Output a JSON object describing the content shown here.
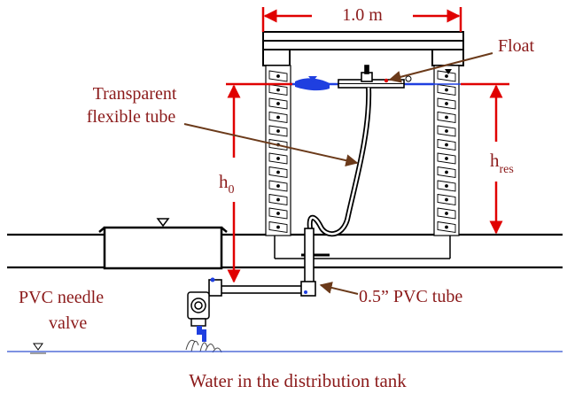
{
  "labels": {
    "width": "1.0 m",
    "float": "Float",
    "tube_line1": "Transparent",
    "tube_line2": "flexible tube",
    "h_res_main": "h",
    "h_res_sub": "res",
    "h0_main": "h",
    "h0_sub": "0",
    "valve_line1": "PVC needle",
    "valve_line2": "valve",
    "pvc_tube": "0.5” PVC tube",
    "caption": "Water in the distribution tank"
  },
  "colors": {
    "dimension": "#e00000",
    "text": "#8b1a1a",
    "arrow": "#6b3a1a",
    "water": "#1f3fe0",
    "water_line": "#3050d0",
    "outline": "#000000"
  },
  "icons": {
    "water_level_marker": "inverted-triangle-icon"
  }
}
